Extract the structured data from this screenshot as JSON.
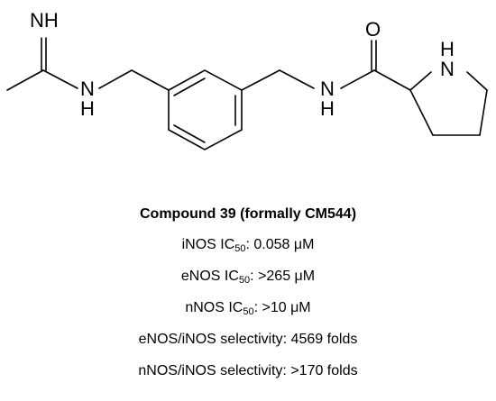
{
  "structure": {
    "atoms": {
      "imine_nh": "NH",
      "amidine_n": "N",
      "amidine_h": "H",
      "amide_n": "N",
      "amide_h": "H",
      "carbonyl_o": "O",
      "pyrrolidine_n": "N",
      "pyrrolidine_h": "H"
    }
  },
  "caption": {
    "title": "Compound 39 (formally CM544)",
    "inos": {
      "prefix": "iNOS IC",
      "sub": "50",
      "value": ": 0.058 μM"
    },
    "enos": {
      "prefix": "eNOS IC",
      "sub": "50",
      "value": ": >265 μM"
    },
    "nnos": {
      "prefix": "nNOS IC",
      "sub": "50",
      "value": ": >10 μM"
    },
    "enos_selectivity": "eNOS/iNOS selectivity: 4569 folds",
    "nnos_selectivity": "nNOS/iNOS selectivity: >170 folds"
  }
}
